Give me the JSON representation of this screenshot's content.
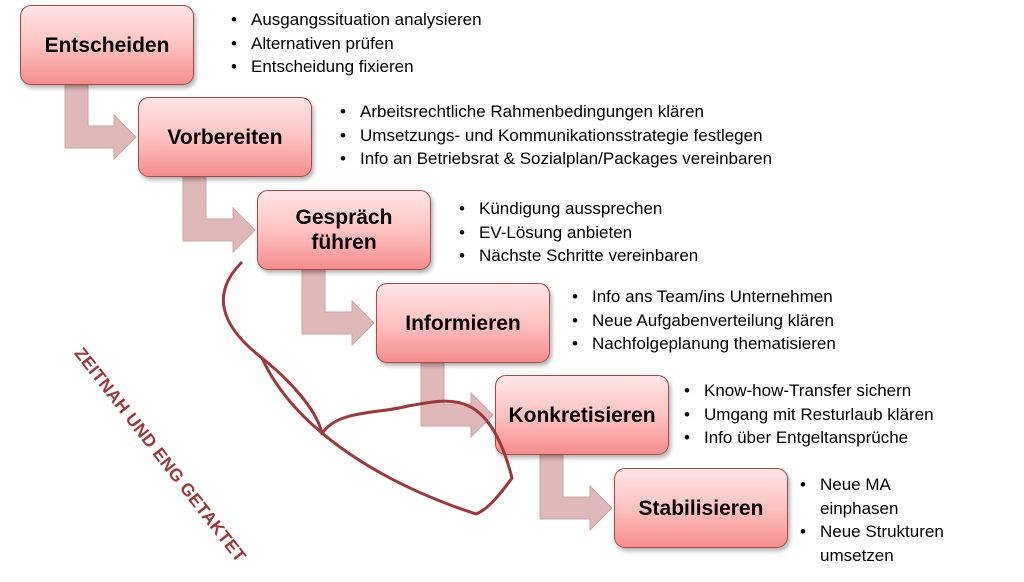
{
  "steps": [
    {
      "label": "Entscheiden",
      "bullets": [
        "Ausgangssituation analysieren",
        "Alternativen prüfen",
        "Entscheidung fixieren"
      ]
    },
    {
      "label": "Vorbereiten",
      "bullets": [
        "Arbeitsrechtliche Rahmenbedingungen klären",
        "Umsetzungs- und Kommunikationsstrategie festlegen",
        "Info an Betriebsrat & Sozialplan/Packages vereinbaren"
      ]
    },
    {
      "label": "Gespräch\nführen",
      "bullets": [
        "Kündigung aussprechen",
        "EV-Lösung anbieten",
        "Nächste Schritte vereinbaren"
      ]
    },
    {
      "label": "Informieren",
      "bullets": [
        "Info ans Team/ins Unternehmen",
        "Neue Aufgabenverteilung klären",
        "Nachfolgeplanung thematisieren"
      ]
    },
    {
      "label": "Konkretisieren",
      "bullets": [
        "Know-how-Transfer sichern",
        "Umgang mit Resturlaub klären",
        "Info über Entgeltansprüche"
      ]
    },
    {
      "label": "Stabilisieren",
      "bullets": [
        "Neue MA\neinphasen",
        "Neue Strukturen\numsetzen"
      ]
    }
  ],
  "bracket": {
    "label": "ZEITNAH UND ENG GETAKTET"
  },
  "colors": {
    "box_top": "#ffe6e6",
    "box_bottom": "#f58d8d",
    "box_border": "#a84848",
    "arrow": "#dfb9b9",
    "bracket": "#a0373a"
  }
}
